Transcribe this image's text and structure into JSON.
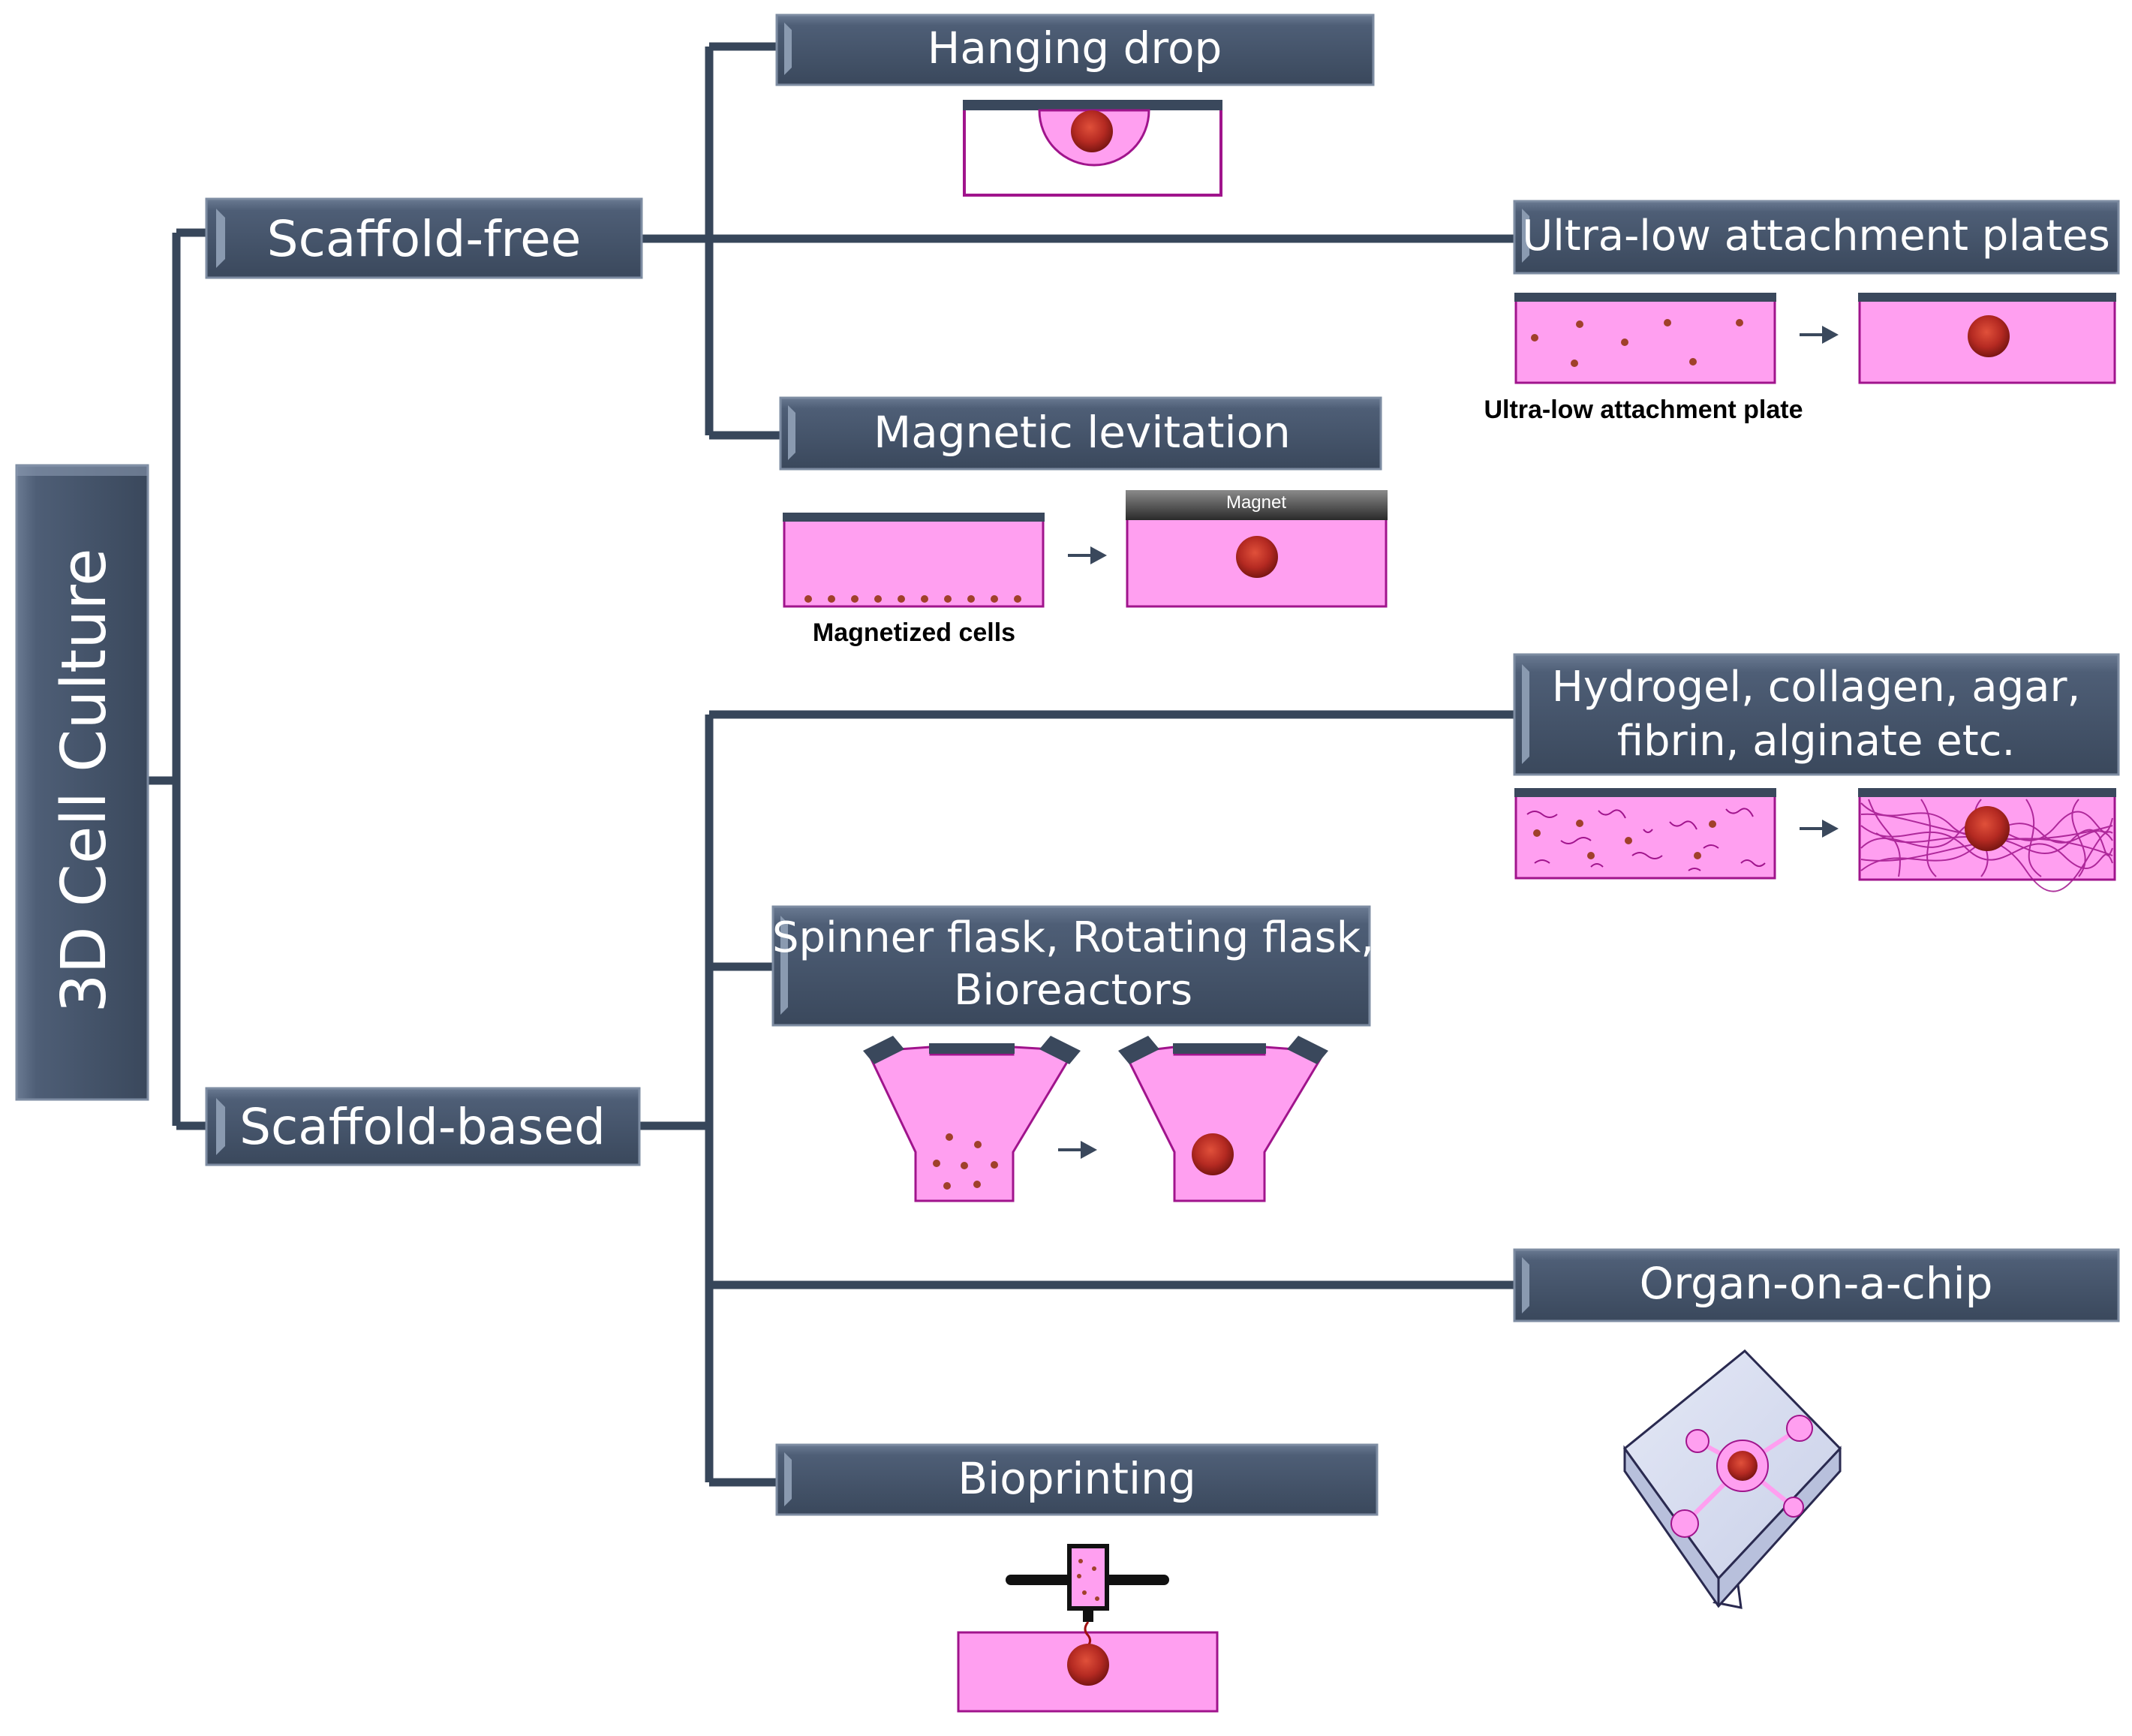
{
  "root": {
    "label": "3D Cell Culture"
  },
  "categories": {
    "scaffold_free": "Scaffold-free",
    "scaffold_based": "Scaffold-based"
  },
  "methods": {
    "hanging_drop": {
      "title": "Hanging drop"
    },
    "ultra_low": {
      "title": "Ultra-low attachment plates",
      "caption": "Ultra-low attachment plate"
    },
    "magnetic": {
      "title": "Magnetic levitation",
      "caption": "Magnetized cells",
      "magnet_label": "Magnet"
    },
    "hydrogel": {
      "title_line1": "Hydrogel, collagen, agar,",
      "title_line2": "fibrin, alginate etc."
    },
    "spinner": {
      "title_line1": "Spinner flask, Rotating flask,",
      "title_line2": "Bioreactors"
    },
    "organ_chip": {
      "title": "Organ-on-a-chip"
    },
    "bioprinting": {
      "title": "Bioprinting"
    }
  },
  "colors": {
    "box_fill": "#4a5a70",
    "box_edge": "#6d7e95",
    "connector": "#37465a",
    "well_pink": "#ff9ff0",
    "well_outline": "#a0148c",
    "spheroid": "#c0392b",
    "cell_dot": "#a0402a",
    "magnet": "#3b3b3b"
  }
}
